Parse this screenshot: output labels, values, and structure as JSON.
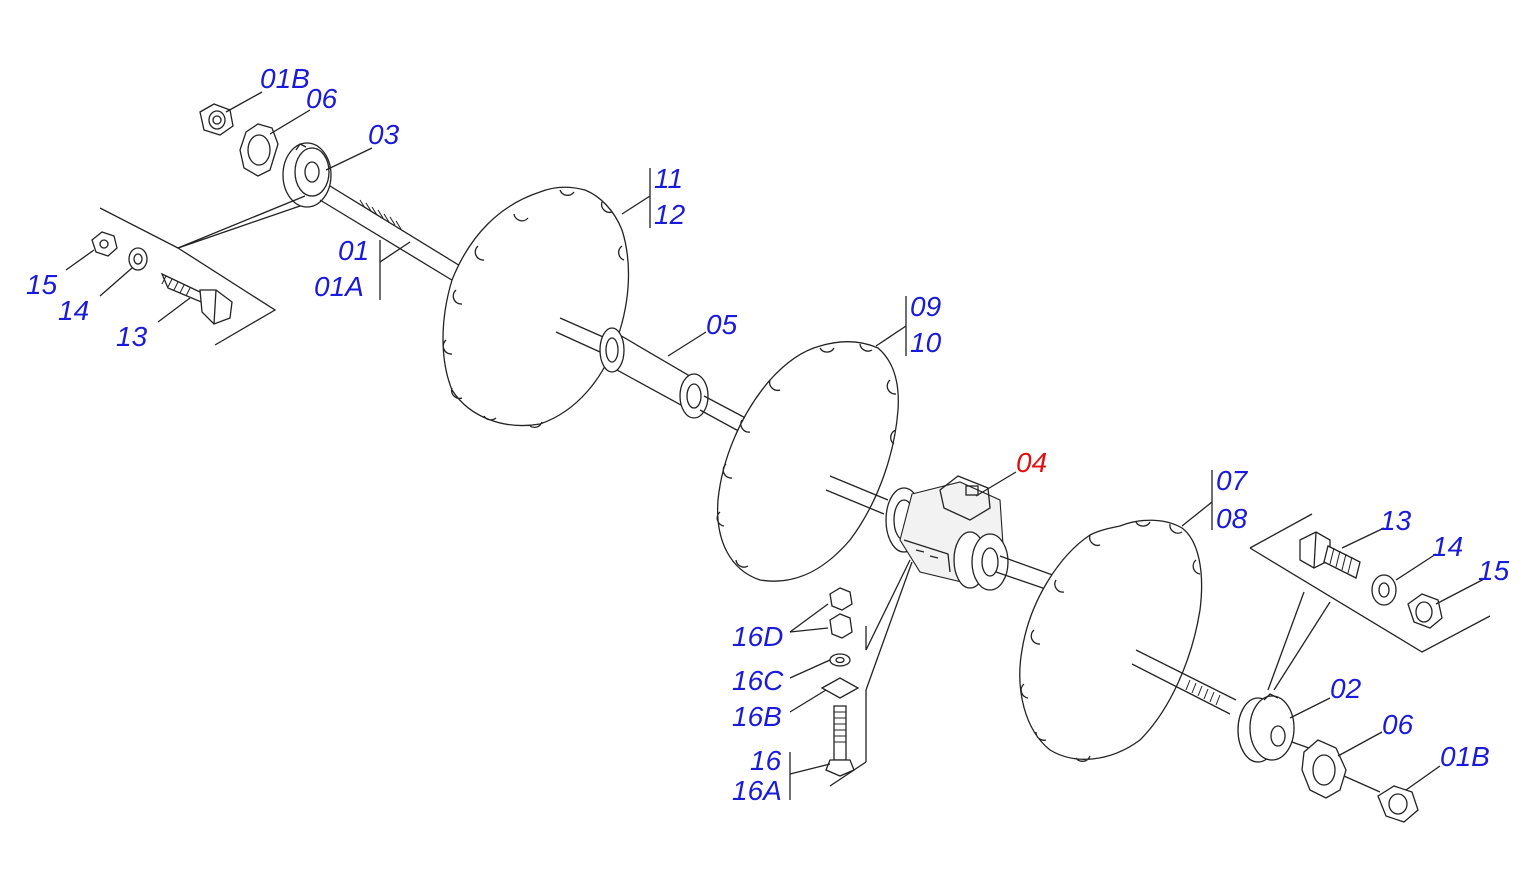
{
  "colors": {
    "label": "#1a1adb",
    "highlight": "#e01010",
    "line": "#222222"
  },
  "labels": {
    "l_01B_top": "01B",
    "l_06_top": "06",
    "l_03": "03",
    "l_11": "11",
    "l_12": "12",
    "l_01": "01",
    "l_01A": "01A",
    "l_15_left": "15",
    "l_14_left": "14",
    "l_13_left": "13",
    "l_05": "05",
    "l_09": "09",
    "l_10": "10",
    "l_04": "04",
    "l_07": "07",
    "l_08": "08",
    "l_13_right": "13",
    "l_14_right": "14",
    "l_15_right": "15",
    "l_02": "02",
    "l_06_bottom": "06",
    "l_01B_bottom": "01B",
    "l_16D": "16D",
    "l_16C": "16C",
    "l_16B": "16B",
    "l_16": "16",
    "l_16A": "16A"
  }
}
